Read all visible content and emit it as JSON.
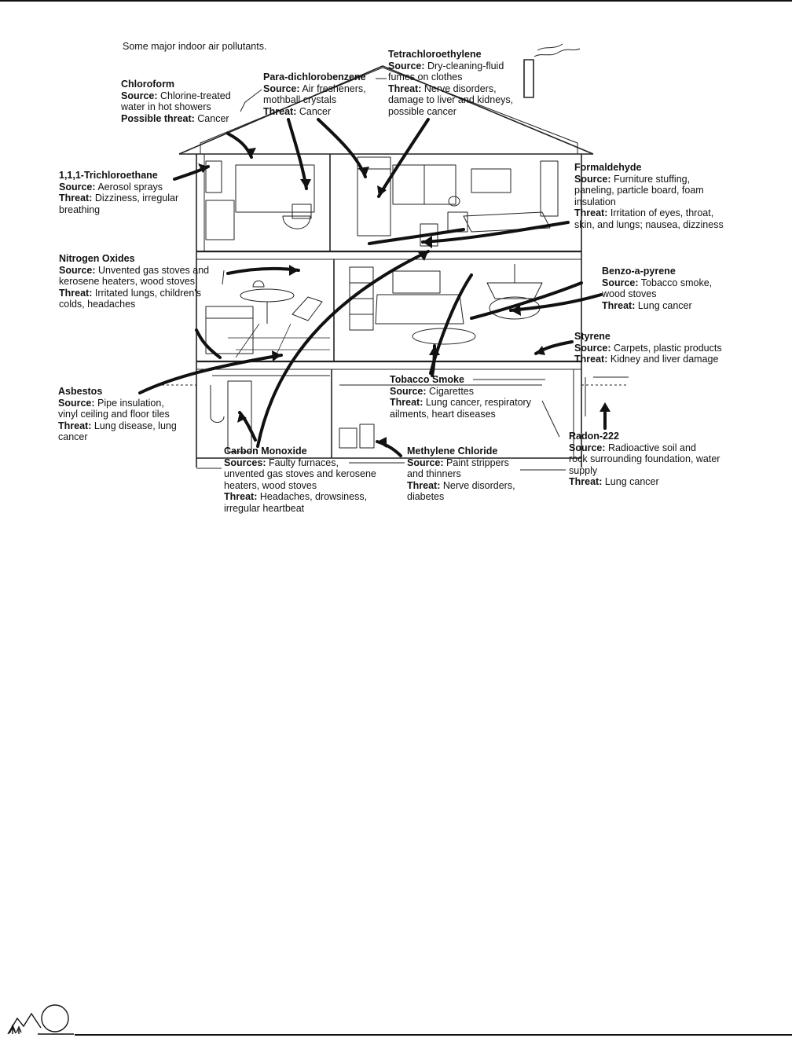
{
  "caption": "Some major indoor air pollutants.",
  "pollutants": {
    "chloroform": {
      "name": "Chloroform",
      "src_label": "Source:",
      "src_lines": [
        "Chlorine-treated",
        "water in hot showers"
      ],
      "thr_label": "Possible threat:",
      "thr_lines": [
        "Cancer"
      ]
    },
    "para": {
      "name": "Para-dichlorobenzene",
      "src_label": "Source:",
      "src_lines": [
        "Air fresheners,",
        "mothball crystals"
      ],
      "thr_label": "Threat:",
      "thr_lines": [
        "Cancer"
      ]
    },
    "tetra": {
      "name": "Tetrachloroethylene",
      "src_label": "Source:",
      "src_lines": [
        "Dry-cleaning-fluid",
        "fumes on clothes"
      ],
      "thr_label": "Threat:",
      "thr_lines": [
        "Nerve disorders,",
        "damage to liver and kidneys,",
        "possible cancer"
      ]
    },
    "trichloro": {
      "name": "1,1,1-Trichloroethane",
      "src_label": "Source:",
      "src_lines": [
        "Aerosol sprays"
      ],
      "thr_label": "Threat:",
      "thr_lines": [
        "Dizziness, irregular",
        "breathing"
      ]
    },
    "formaldehyde": {
      "name": "Formaldehyde",
      "src_label": "Source:",
      "src_lines": [
        "Furniture stuffing,",
        "paneling, particle board, foam",
        "insulation"
      ],
      "thr_label": "Threat:",
      "thr_lines": [
        "Irritation of eyes, throat,",
        "skin, and lungs; nausea, dizziness"
      ]
    },
    "nitrogen": {
      "name": "Nitrogen Oxides",
      "src_label": "Source:",
      "src_lines": [
        "Unvented gas stoves and",
        "kerosene heaters, wood stoves"
      ],
      "thr_label": "Threat:",
      "thr_lines": [
        "Irritated lungs, children's",
        "colds, headaches"
      ]
    },
    "benzo": {
      "name": "Benzo-a-pyrene",
      "src_label": "Source:",
      "src_lines": [
        "Tobacco smoke,",
        "wood stoves"
      ],
      "thr_label": "Threat:",
      "thr_lines": [
        "Lung cancer"
      ]
    },
    "styrene": {
      "name": "Styrene",
      "src_label": "Source:",
      "src_lines": [
        "Carpets, plastic products"
      ],
      "thr_label": "Threat:",
      "thr_lines": [
        "Kidney and liver damage"
      ]
    },
    "tobacco": {
      "name": "Tobacco Smoke",
      "src_label": "Source:",
      "src_lines": [
        "Cigarettes"
      ],
      "thr_label": "Threat:",
      "thr_lines": [
        "Lung cancer, respiratory",
        "ailments, heart diseases"
      ]
    },
    "asbestos": {
      "name": "Asbestos",
      "src_label": "Source:",
      "src_lines": [
        "Pipe insulation,",
        "vinyl ceiling and floor tiles"
      ],
      "thr_label": "Threat:",
      "thr_lines": [
        "Lung disease, lung",
        "cancer"
      ]
    },
    "carbon": {
      "name": "Carbon Monoxide",
      "src_label": "Sources:",
      "src_lines": [
        "Faulty furnaces,",
        "unvented gas stoves and kerosene",
        "heaters, wood stoves"
      ],
      "thr_label": "Threat:",
      "thr_lines": [
        "Headaches, drowsiness,",
        "irregular heartbeat"
      ]
    },
    "methylene": {
      "name": "Methylene Chloride",
      "src_label": "Source:",
      "src_lines": [
        "Paint strippers",
        "and thinners"
      ],
      "thr_label": "Threat:",
      "thr_lines": [
        "Nerve disorders,",
        "diabetes"
      ]
    },
    "radon": {
      "name": "Radon-222",
      "src_label": "Source:",
      "src_lines": [
        "Radioactive soil and",
        "rock surrounding foundation, water",
        "supply"
      ],
      "thr_label": "Threat:",
      "thr_lines": [
        "Lung cancer"
      ]
    }
  }
}
